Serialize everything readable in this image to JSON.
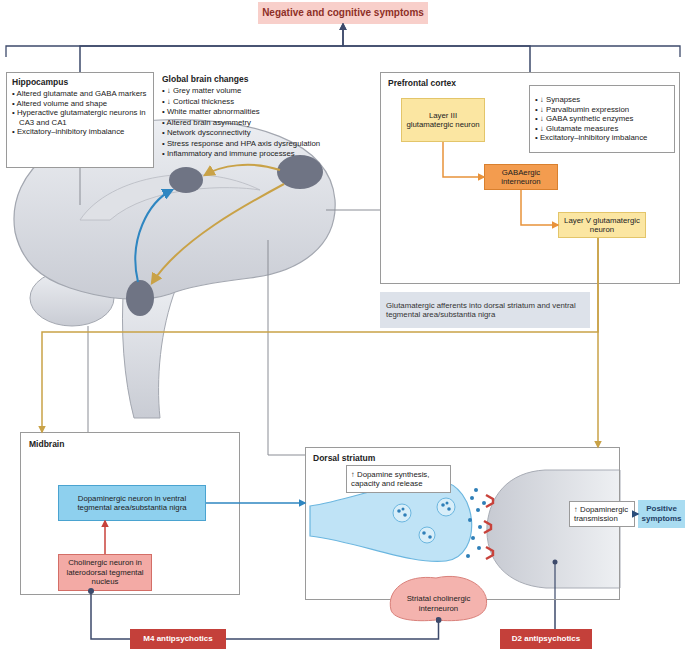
{
  "diagram": {
    "nodes": [
      {
        "text": [
          "Negative and cognitive symptoms"
        ]
      },
      {
        "text": [
          "Hippocampus",
          "• Altered glutamate and GABA markers",
          "• Altered volume and shape",
          "• Hyperactive glutamatergic neurons in CA3 and CA1",
          "• Excitatory–inhibitory imbalance"
        ]
      },
      {
        "text": [
          "Prefrontal cortex"
        ]
      },
      {
        "text": [
          "• ↓ Synapses",
          "• ↓ Parvalbumin expression",
          "• ↓ GABA synthetic enzymes",
          "• ↓ Glutamate measures",
          "• Excitatory–inhibitory imbalance"
        ],
        "in": 2
      },
      {
        "text": [
          "Layer III glutamatergic neuron"
        ],
        "in": 2
      },
      {
        "text": [
          "GABAergic interneuron"
        ],
        "in": 2
      },
      {
        "text": [
          "Layer V glutamatergic neuron"
        ],
        "in": 2
      },
      {
        "text": [
          "Glutamatergic afferents into dorsal striatum and ventral tegmental area/substantia nigra"
        ]
      },
      {
        "text": [
          "Midbrain"
        ]
      },
      {
        "text": [
          "Dopaminergic neuron in ventral tegmental area/substantia nigra"
        ],
        "in": 8
      },
      {
        "text": [
          "Cholinergic neuron in laterodorsal tegmental nucleus"
        ],
        "in": 8
      },
      {
        "text": [
          "Dorsal striatum"
        ]
      },
      {
        "text": [
          "↑ Dopamine synthesis, capacity and release"
        ],
        "in": 11
      },
      {
        "text": [
          "↑ Dopaminergic transmission"
        ],
        "in": 11
      },
      {
        "text": [
          "Striatal cholinergic interneuron"
        ],
        "in": 11
      },
      {
        "text": [
          "Positive symptoms"
        ]
      },
      {
        "text": [
          "M4 antipsychotics"
        ]
      },
      {
        "text": [
          "D2 antipsychotics"
        ]
      }
    ],
    "edges": [
      {
        "from": 1,
        "to": 0,
        "arrow": "to"
      },
      {
        "from": 2,
        "to": 0,
        "arrow": "to"
      },
      {
        "from": 4,
        "to": 5,
        "arrow": "to"
      },
      {
        "from": 5,
        "to": 6,
        "arrow": "to"
      },
      {
        "from": 6,
        "to": 8,
        "arrow": "to"
      },
      {
        "from": 6,
        "to": 11,
        "arrow": "to"
      },
      {
        "from": 10,
        "to": 9,
        "arrow": "to"
      },
      {
        "from": 9,
        "to": 11,
        "arrow": "to"
      },
      {
        "from": 13,
        "to": 15,
        "arrow": "to"
      },
      {
        "from": 16,
        "to": 10,
        "arrow": "none"
      },
      {
        "from": 16,
        "to": 14,
        "arrow": "none"
      },
      {
        "from": 17,
        "to": 11,
        "arrow": "none"
      }
    ],
    "labels": [
      "Global brain changes",
      "• ↓ Grey matter volume",
      "• ↓ Cortical thickness",
      "• White matter abnormalities",
      "• Altered brain asymmetry",
      "• Network dysconnectivity",
      "• Stress response and HPA axis dysregulation",
      "• Inflammatory and immune processes"
    ]
  }
}
